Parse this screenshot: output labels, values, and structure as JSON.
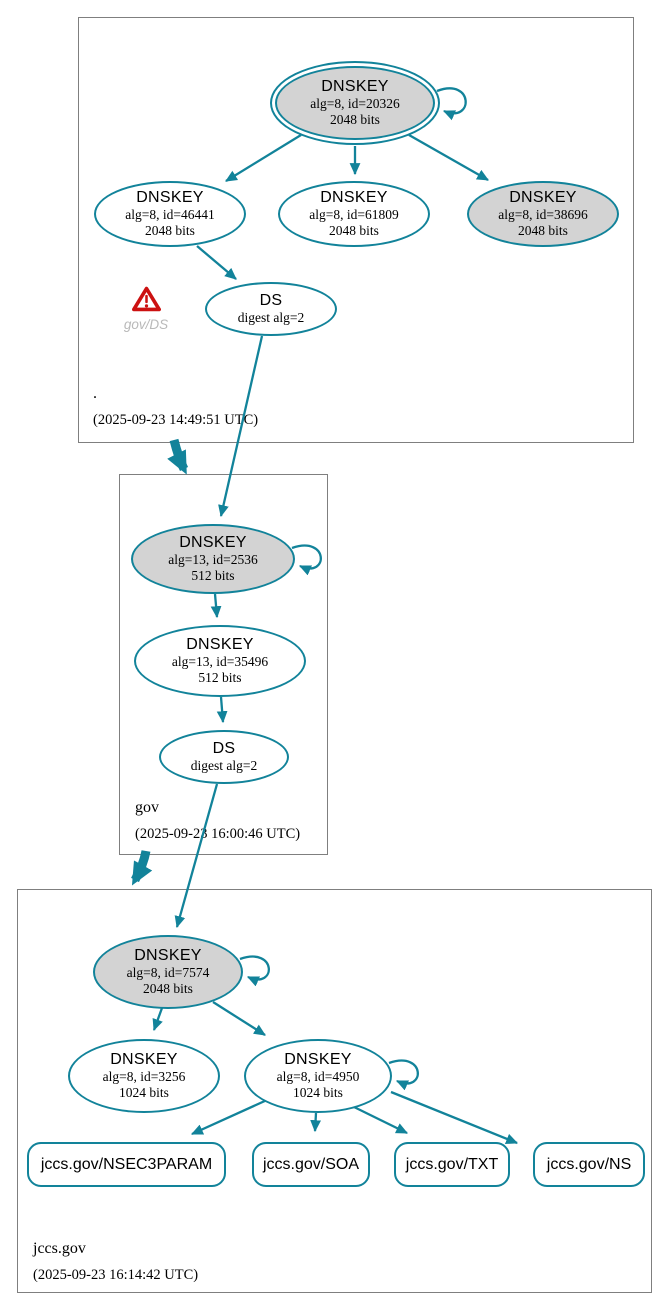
{
  "colors": {
    "edge_teal": "#12839a",
    "ksk_fill_gray": "#d3d3d3",
    "node_fill_white": "#ffffff",
    "zone_box_border": "#7f7f7f",
    "warning_red": "#cc1111",
    "warning_label_gray": "#b9b9b9"
  },
  "zones": [
    {
      "name": ".",
      "timestamp": "(2025-09-23 14:49:51 UTC)",
      "nodes": {
        "ksk": {
          "title": "DNSKEY",
          "detail1": "alg=8, id=20326",
          "detail2": "2048 bits"
        },
        "zsk_46441": {
          "title": "DNSKEY",
          "detail1": "alg=8, id=46441",
          "detail2": "2048 bits"
        },
        "zsk_61809": {
          "title": "DNSKEY",
          "detail1": "alg=8, id=61809",
          "detail2": "2048 bits"
        },
        "ksk_38696": {
          "title": "DNSKEY",
          "detail1": "alg=8, id=38696",
          "detail2": "2048 bits"
        },
        "ds": {
          "title": "DS",
          "detail1": "digest alg=2"
        }
      },
      "warning": {
        "label": "gov/DS"
      }
    },
    {
      "name": "gov",
      "timestamp": "(2025-09-23 16:00:46 UTC)",
      "nodes": {
        "ksk": {
          "title": "DNSKEY",
          "detail1": "alg=13, id=2536",
          "detail2": "512 bits"
        },
        "zsk": {
          "title": "DNSKEY",
          "detail1": "alg=13, id=35496",
          "detail2": "512 bits"
        },
        "ds": {
          "title": "DS",
          "detail1": "digest alg=2"
        }
      }
    },
    {
      "name": "jccs.gov",
      "timestamp": "(2025-09-23 16:14:42 UTC)",
      "nodes": {
        "ksk": {
          "title": "DNSKEY",
          "detail1": "alg=8, id=7574",
          "detail2": "2048 bits"
        },
        "zsk_3256": {
          "title": "DNSKEY",
          "detail1": "alg=8, id=3256",
          "detail2": "1024 bits"
        },
        "zsk_4950": {
          "title": "DNSKEY",
          "detail1": "alg=8, id=4950",
          "detail2": "1024 bits"
        },
        "rrsets": [
          {
            "label": "jccs.gov/NSEC3PARAM"
          },
          {
            "label": "jccs.gov/SOA"
          },
          {
            "label": "jccs.gov/TXT"
          },
          {
            "label": "jccs.gov/NS"
          }
        ]
      }
    }
  ]
}
